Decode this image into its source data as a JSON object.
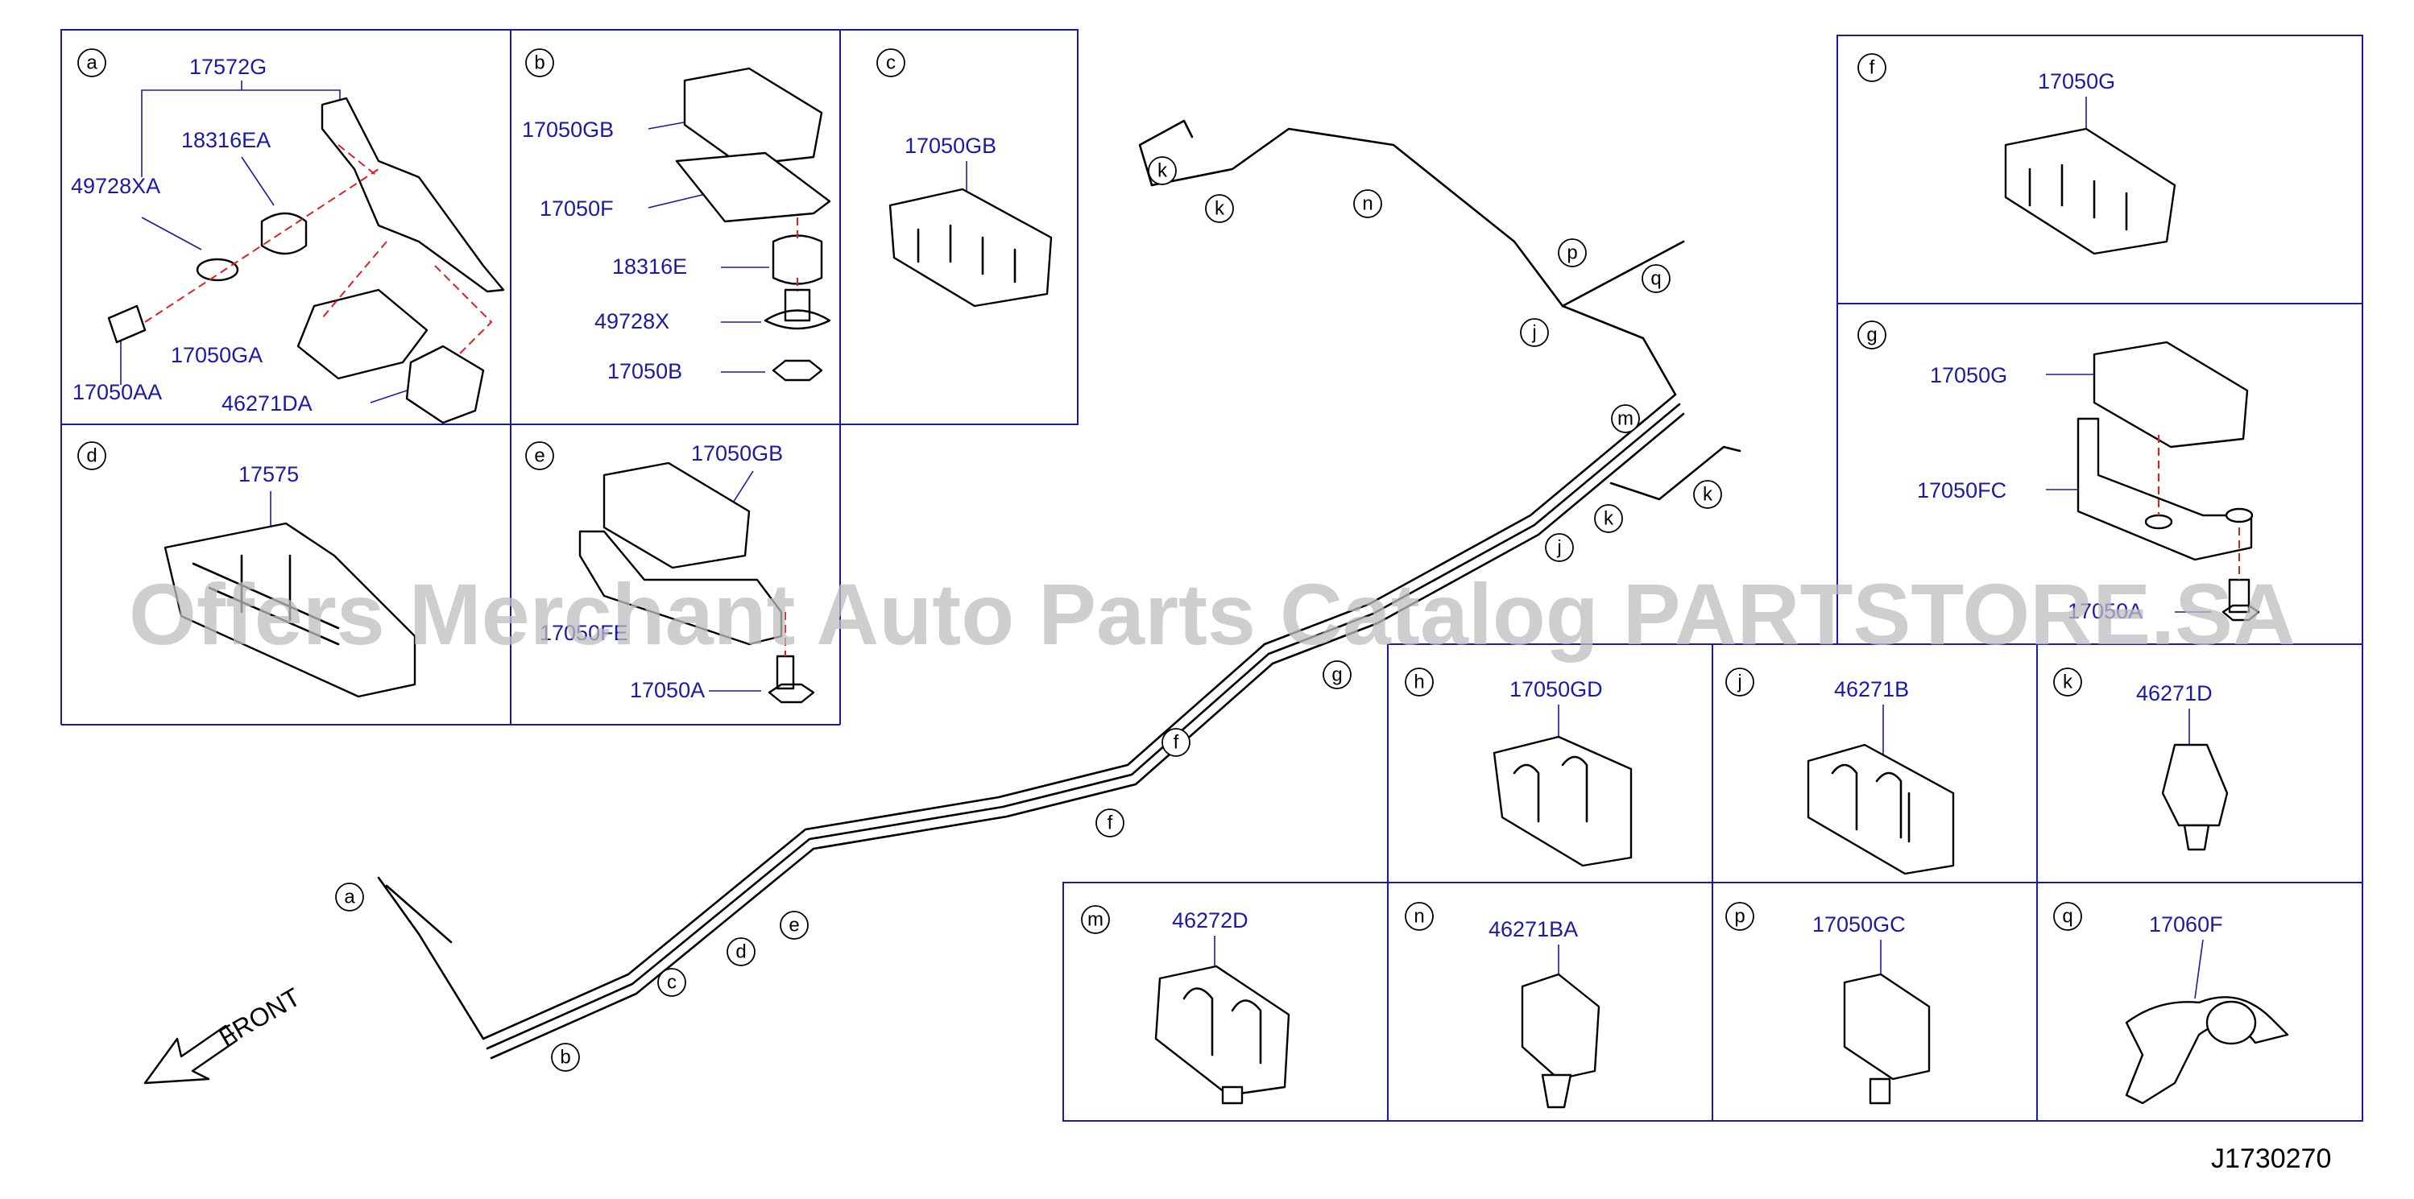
{
  "diagram_code": "J1730270",
  "watermark": "Offers Merchant Auto Parts Catalog PARTSTORE.SA",
  "front_label": "FRONT",
  "panels": {
    "a": {
      "letter": "a",
      "parts": [
        "17572G",
        "18316EA",
        "49728XA",
        "17050GA",
        "17050AA",
        "46271DA"
      ]
    },
    "b": {
      "letter": "b",
      "parts": [
        "17050GB",
        "17050F",
        "18316E",
        "49728X",
        "17050B"
      ]
    },
    "c": {
      "letter": "c",
      "parts": [
        "17050GB"
      ]
    },
    "d": {
      "letter": "d",
      "parts": [
        "17575"
      ]
    },
    "e": {
      "letter": "e",
      "parts": [
        "17050GB",
        "17050FE",
        "17050A"
      ]
    },
    "f": {
      "letter": "f",
      "parts": [
        "17050G"
      ]
    },
    "g": {
      "letter": "g",
      "parts": [
        "17050G",
        "17050FC",
        "17050A"
      ]
    },
    "h": {
      "letter": "h",
      "parts": [
        "17050GD"
      ]
    },
    "j": {
      "letter": "j",
      "parts": [
        "46271B"
      ]
    },
    "k": {
      "letter": "k",
      "parts": [
        "46271D"
      ]
    },
    "m": {
      "letter": "m",
      "parts": [
        "46272D"
      ]
    },
    "n": {
      "letter": "n",
      "parts": [
        "46271BA"
      ]
    },
    "p": {
      "letter": "p",
      "parts": [
        "17050GC"
      ]
    },
    "q": {
      "letter": "q",
      "parts": [
        "17060F"
      ]
    }
  },
  "callouts": {
    "a": "a",
    "b": "b",
    "c": "c",
    "d": "d",
    "e": "e",
    "f": "f",
    "g": "g",
    "j": "j",
    "k": "k",
    "m": "m",
    "n": "n",
    "p": "p",
    "q": "q"
  }
}
